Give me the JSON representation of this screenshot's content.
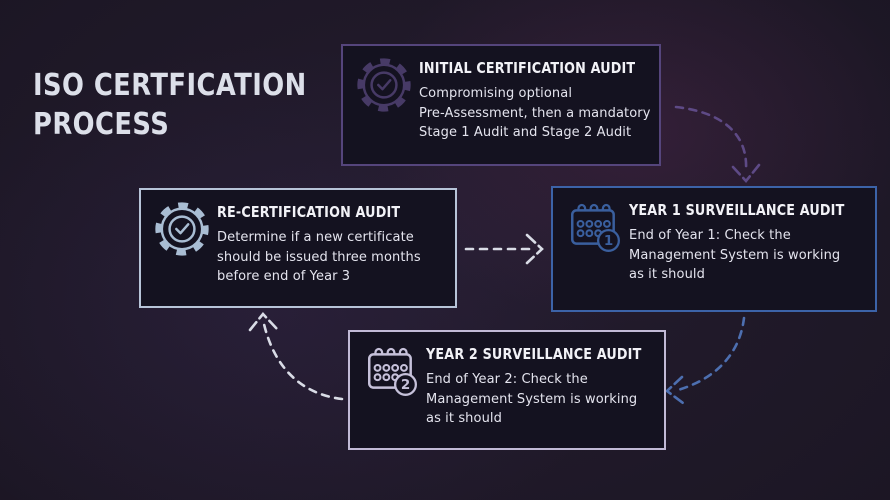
{
  "page": {
    "title_line1": "ISO CERTFICATION",
    "title_line2": "PROCESS"
  },
  "boxes": [
    {
      "name": "initial-certification-audit",
      "title": "INITIAL CERTIFICATION AUDIT",
      "body": "Compromising optional\nPre-Assessment, then a mandatory\nStage 1 Audit and Stage 2 Audit",
      "icon": "gear-check-icon",
      "accent_border": "#55457c",
      "icon_color": "#473a66"
    },
    {
      "name": "year-1-surveillance-audit",
      "title": "YEAR 1 SURVEILLANCE AUDIT",
      "body": "End of Year 1: Check the\nManagement System is working\nas it should",
      "icon": "calendar-icon",
      "badge": "1",
      "accent_border": "#3c63a8",
      "icon_color": "#3a5f9e"
    },
    {
      "name": "year-2-surveillance-audit",
      "title": "YEAR 2 SURVEILLANCE AUDIT",
      "body": "End of Year 2: Check the\nManagement System is working\nas it should",
      "icon": "calendar-icon",
      "badge": "2",
      "accent_border": "#c1bad6",
      "icon_color": "#c6c1da"
    },
    {
      "name": "re-certification-audit",
      "title": "RE-CERTIFICATION AUDIT",
      "body": "Determine if a new certificate\nshould be issued three months\nbefore end of Year 3",
      "icon": "gear-check-icon",
      "accent_border": "#b7c4d8",
      "icon_color": "#a9bdd3"
    }
  ],
  "arrows": [
    {
      "name": "arrow-initial-to-year1",
      "color": "#5e4a86"
    },
    {
      "name": "arrow-year1-to-year2",
      "color": "#4d6fb0"
    },
    {
      "name": "arrow-year2-to-recert",
      "color": "#d9dce6"
    },
    {
      "name": "arrow-recert-to-year1",
      "color": "#d9dce6"
    }
  ],
  "colors": {
    "background": "#1d1725",
    "box_background": "#141220",
    "title_text": "#dcdfe9",
    "heading_text": "#f2f2f7",
    "body_text": "#e4e4ee"
  }
}
